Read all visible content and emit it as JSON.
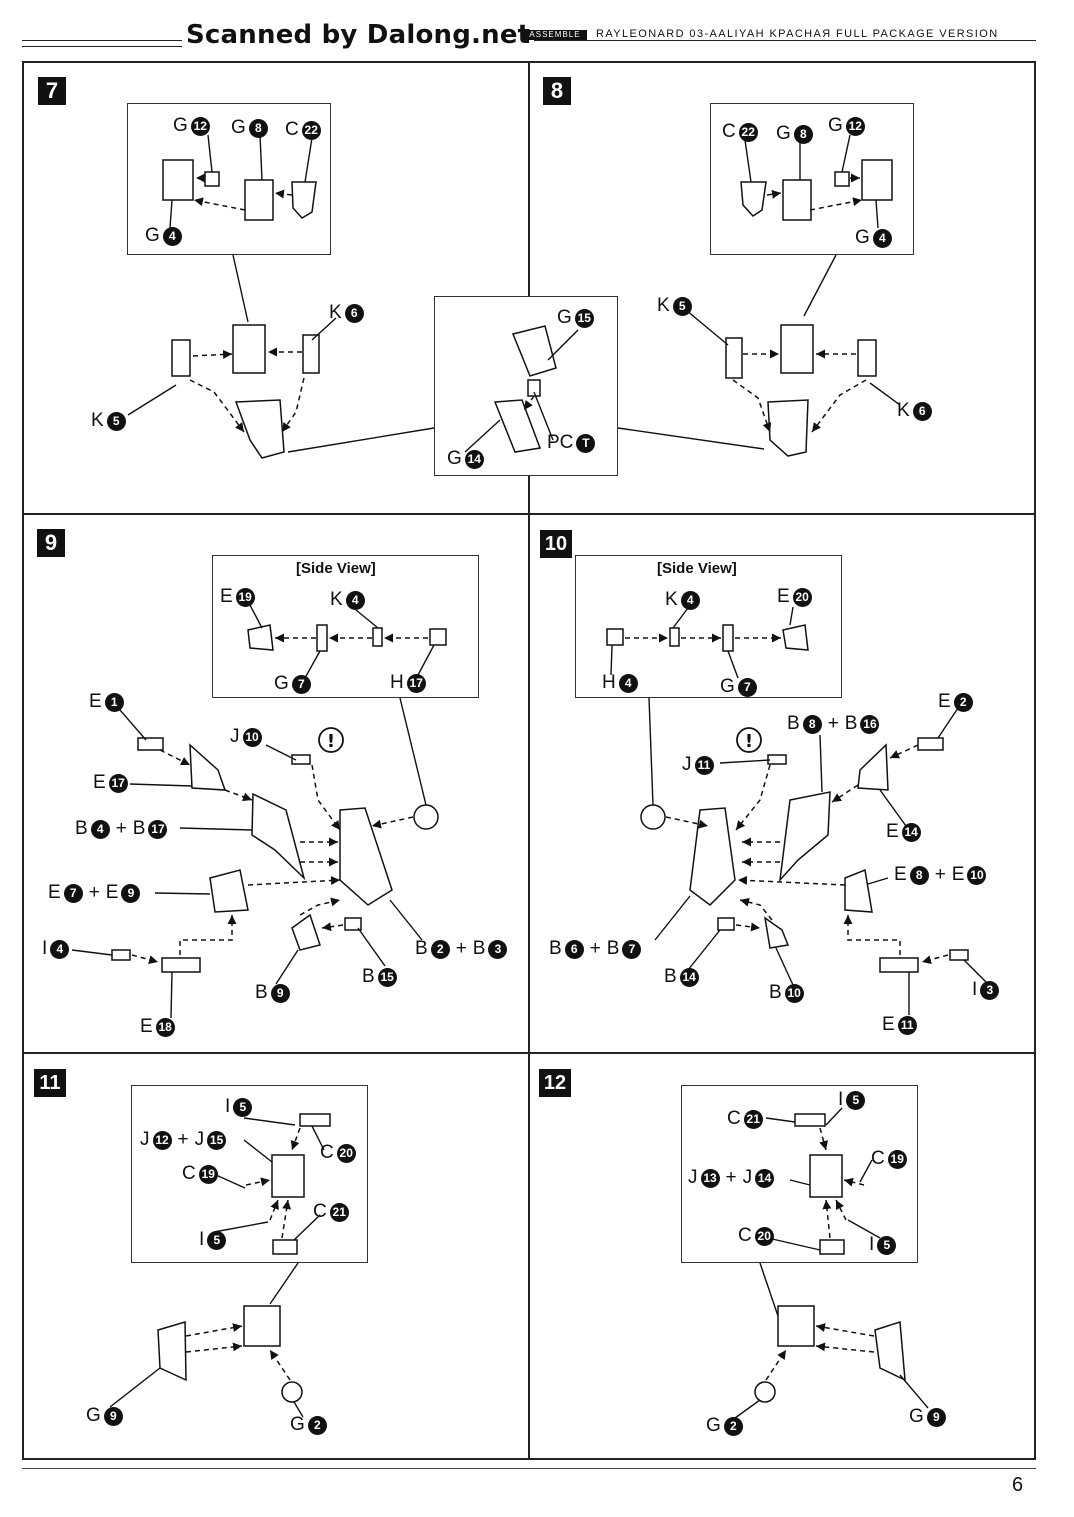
{
  "header": {
    "scan_credit": "Scanned by Dalong.net",
    "assemble_tag": "ASSEMBLE",
    "product": "RAYLEONARD 03-AALIYAH KPACHAЯ FULL PACKAGE VERSION"
  },
  "side_view_label": "[Side View]",
  "page_number": "6",
  "steps": [
    {
      "number": "7",
      "labels": [
        {
          "letter": "G",
          "num": "12"
        },
        {
          "letter": "G",
          "num": "8"
        },
        {
          "letter": "C",
          "num": "22"
        },
        {
          "letter": "G",
          "num": "4"
        },
        {
          "letter": "K",
          "num": "6"
        },
        {
          "letter": "K",
          "num": "5"
        }
      ]
    },
    {
      "number": "8",
      "labels": [
        {
          "letter": "C",
          "num": "22"
        },
        {
          "letter": "G",
          "num": "8"
        },
        {
          "letter": "G",
          "num": "12"
        },
        {
          "letter": "G",
          "num": "4"
        },
        {
          "letter": "K",
          "num": "5"
        },
        {
          "letter": "K",
          "num": "6"
        },
        {
          "letter": "G",
          "num": "15"
        },
        {
          "letter": "G",
          "num": "14"
        },
        {
          "letter": "PC",
          "num": "T"
        }
      ]
    },
    {
      "number": "9",
      "labels": [
        {
          "letter": "E",
          "num": "19"
        },
        {
          "letter": "K",
          "num": "4"
        },
        {
          "letter": "G",
          "num": "7"
        },
        {
          "letter": "H",
          "num": "17"
        },
        {
          "letter": "E",
          "num": "1"
        },
        {
          "letter": "J",
          "num": "10"
        },
        {
          "letter": "E",
          "num": "17"
        },
        {
          "letter": "B",
          "num": "4",
          "plus_letter": "B",
          "plus_num": "17"
        },
        {
          "letter": "E",
          "num": "7",
          "plus_letter": "E",
          "plus_num": "9"
        },
        {
          "letter": "I",
          "num": "4"
        },
        {
          "letter": "B",
          "num": "2",
          "plus_letter": "B",
          "plus_num": "3"
        },
        {
          "letter": "B",
          "num": "15"
        },
        {
          "letter": "B",
          "num": "9"
        },
        {
          "letter": "E",
          "num": "18"
        }
      ]
    },
    {
      "number": "10",
      "labels": [
        {
          "letter": "K",
          "num": "4"
        },
        {
          "letter": "E",
          "num": "20"
        },
        {
          "letter": "H",
          "num": "4"
        },
        {
          "letter": "G",
          "num": "7"
        },
        {
          "letter": "E",
          "num": "2"
        },
        {
          "letter": "B",
          "num": "8",
          "plus_letter": "B",
          "plus_num": "16"
        },
        {
          "letter": "J",
          "num": "11"
        },
        {
          "letter": "E",
          "num": "14"
        },
        {
          "letter": "E",
          "num": "8",
          "plus_letter": "E",
          "plus_num": "10"
        },
        {
          "letter": "B",
          "num": "6",
          "plus_letter": "B",
          "plus_num": "7"
        },
        {
          "letter": "B",
          "num": "14"
        },
        {
          "letter": "B",
          "num": "10"
        },
        {
          "letter": "I",
          "num": "3"
        },
        {
          "letter": "E",
          "num": "11"
        }
      ]
    },
    {
      "number": "11",
      "labels": [
        {
          "letter": "I",
          "num": "5"
        },
        {
          "letter": "J",
          "num": "12",
          "plus_letter": "J",
          "plus_num": "15"
        },
        {
          "letter": "C",
          "num": "20"
        },
        {
          "letter": "C",
          "num": "19"
        },
        {
          "letter": "C",
          "num": "21"
        },
        {
          "letter": "I",
          "num": "5"
        },
        {
          "letter": "G",
          "num": "9"
        },
        {
          "letter": "G",
          "num": "2"
        }
      ]
    },
    {
      "number": "12",
      "labels": [
        {
          "letter": "I",
          "num": "5"
        },
        {
          "letter": "C",
          "num": "21"
        },
        {
          "letter": "C",
          "num": "19"
        },
        {
          "letter": "J",
          "num": "13",
          "plus_letter": "J",
          "plus_num": "14"
        },
        {
          "letter": "C",
          "num": "20"
        },
        {
          "letter": "I",
          "num": "5"
        },
        {
          "letter": "G",
          "num": "2"
        },
        {
          "letter": "G",
          "num": "9"
        }
      ]
    }
  ],
  "icons": {
    "warning": "exclamation-icon",
    "parts": "part-drawing"
  }
}
